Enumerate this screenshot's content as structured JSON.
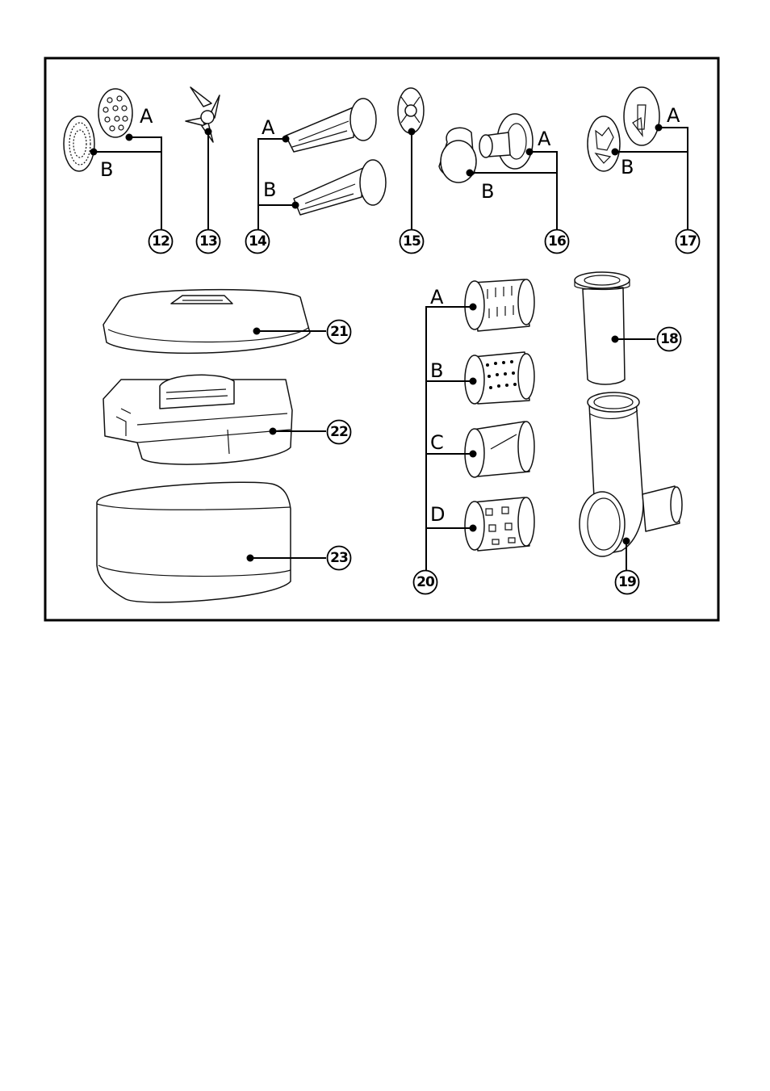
{
  "callouts": {
    "c12": "12",
    "c13": "13",
    "c14": "14",
    "c15": "15",
    "c16": "16",
    "c17": "17",
    "c18": "18",
    "c19": "19",
    "c20": "20",
    "c21": "21",
    "c22": "22",
    "c23": "23"
  },
  "letters": {
    "a": "A",
    "b": "B",
    "c": "C",
    "d": "D"
  }
}
